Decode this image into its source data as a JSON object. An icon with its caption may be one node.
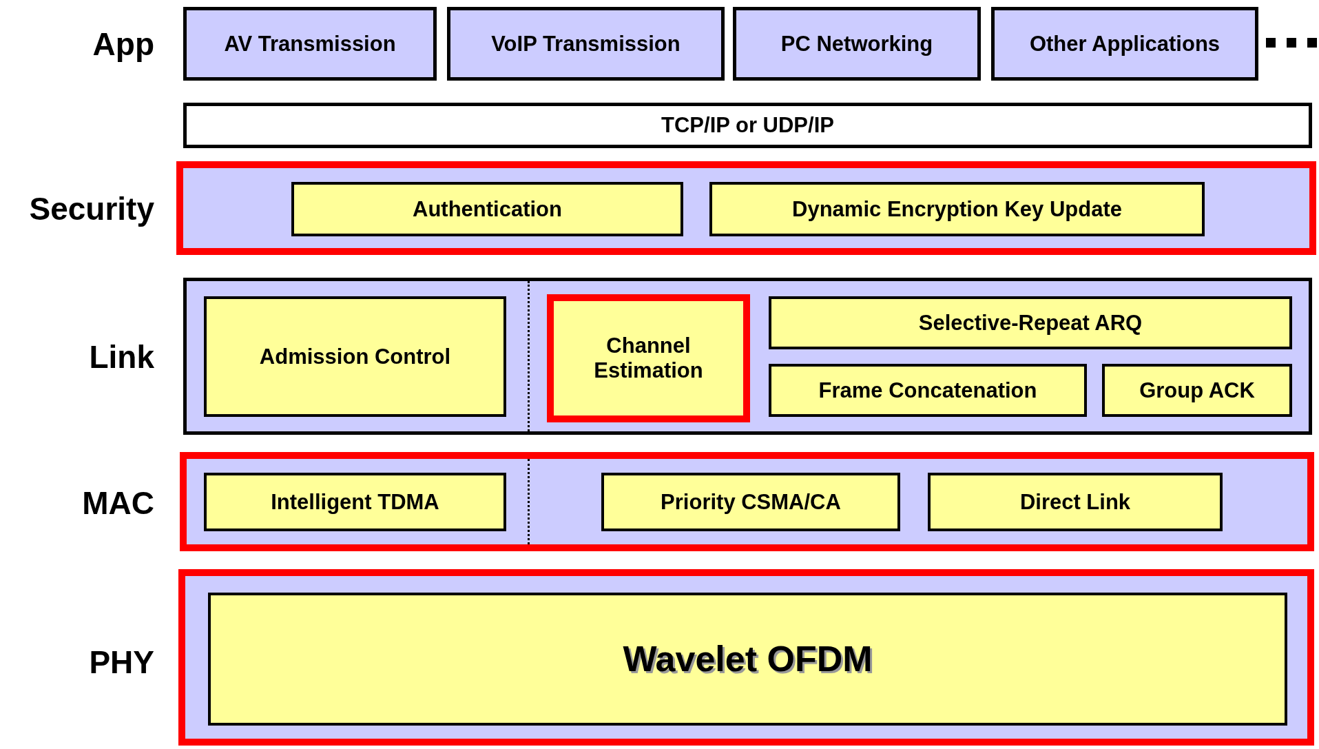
{
  "diagram": {
    "nodes": [
      {
        "text": [
          "AV Transmission"
        ]
      },
      {
        "text": [
          "VoIP Transmission"
        ]
      },
      {
        "text": [
          "PC Networking"
        ]
      },
      {
        "text": [
          "Other Applications"
        ]
      },
      {
        "text": [
          "TCP/IP or UDP/IP"
        ]
      },
      {
        "text": [],
        "shape": "box"
      },
      {
        "text": [
          "Authentication"
        ],
        "in": 5
      },
      {
        "text": [
          "Dynamic Encryption Key Update"
        ],
        "in": 5
      },
      {
        "text": [],
        "shape": "box"
      },
      {
        "text": [
          "Admission Control"
        ],
        "in": 8
      },
      {
        "text": [
          "Channel Estimation"
        ],
        "in": 8
      },
      {
        "text": [
          "Selective-Repeat ARQ"
        ],
        "in": 8
      },
      {
        "text": [
          "Frame Concatenation"
        ],
        "in": 8
      },
      {
        "text": [
          "Group ACK"
        ],
        "in": 8
      },
      {
        "text": [],
        "shape": "box"
      },
      {
        "text": [
          "Intelligent TDMA"
        ],
        "in": 14
      },
      {
        "text": [
          "Priority CSMA/CA"
        ],
        "in": 14
      },
      {
        "text": [
          "Direct Link"
        ],
        "in": 14
      },
      {
        "text": [],
        "shape": "box"
      },
      {
        "text": [
          "Wavelet OFDM"
        ],
        "in": 18
      }
    ],
    "labels": [
      "App",
      "Security",
      "Link",
      "MAC",
      "PHY"
    ]
  }
}
